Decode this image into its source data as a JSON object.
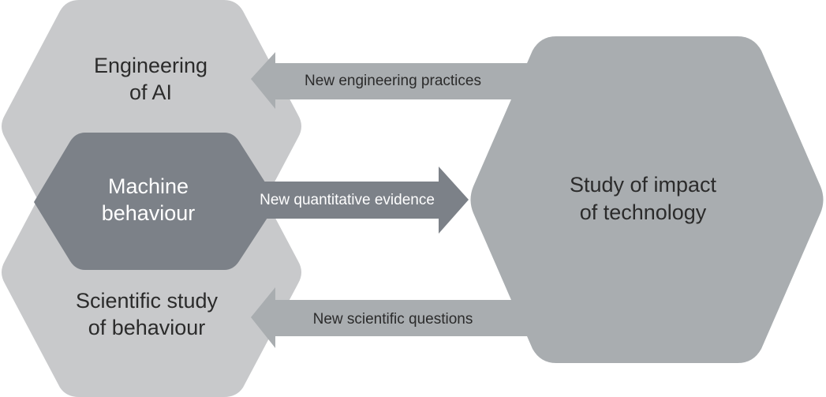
{
  "colors": {
    "light_gray": "#c8c9cb",
    "mid_gray": "#a9adb0",
    "dark_gray": "#7c8188",
    "text_dark": "#2b2b2b",
    "text_light": "#ffffff"
  },
  "nodes": {
    "engineering": {
      "line1": "Engineering",
      "line2": "of AI"
    },
    "machine": {
      "line1": "Machine",
      "line2": "behaviour"
    },
    "scientific": {
      "line1": "Scientific study",
      "line2": "of behaviour"
    },
    "impact": {
      "line1": "Study of impact",
      "line2": "of technology"
    }
  },
  "arrows": {
    "engineering_practices": "New engineering practices",
    "quantitative_evidence": "New quantitative evidence",
    "scientific_questions": "New scientific questions"
  }
}
